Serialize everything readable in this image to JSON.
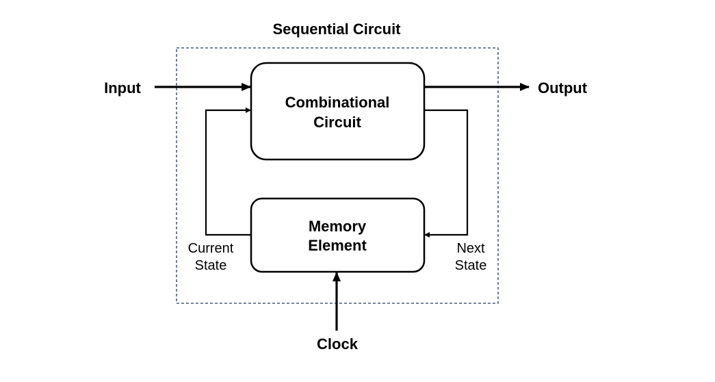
{
  "diagram": {
    "title": "Sequential Circuit",
    "input_label": "Input",
    "output_label": "Output",
    "clock_label": "Clock",
    "combinational_block": {
      "line1": "Combinational",
      "line2": "Circuit"
    },
    "memory_block": {
      "line1": "Memory",
      "line2": "Element"
    },
    "current_state": {
      "line1": "Current",
      "line2": "State"
    },
    "next_state": {
      "line1": "Next",
      "line2": "State"
    },
    "colors": {
      "boundary": "#1f3a60",
      "stroke": "#000000",
      "background": "#ffffff"
    }
  }
}
